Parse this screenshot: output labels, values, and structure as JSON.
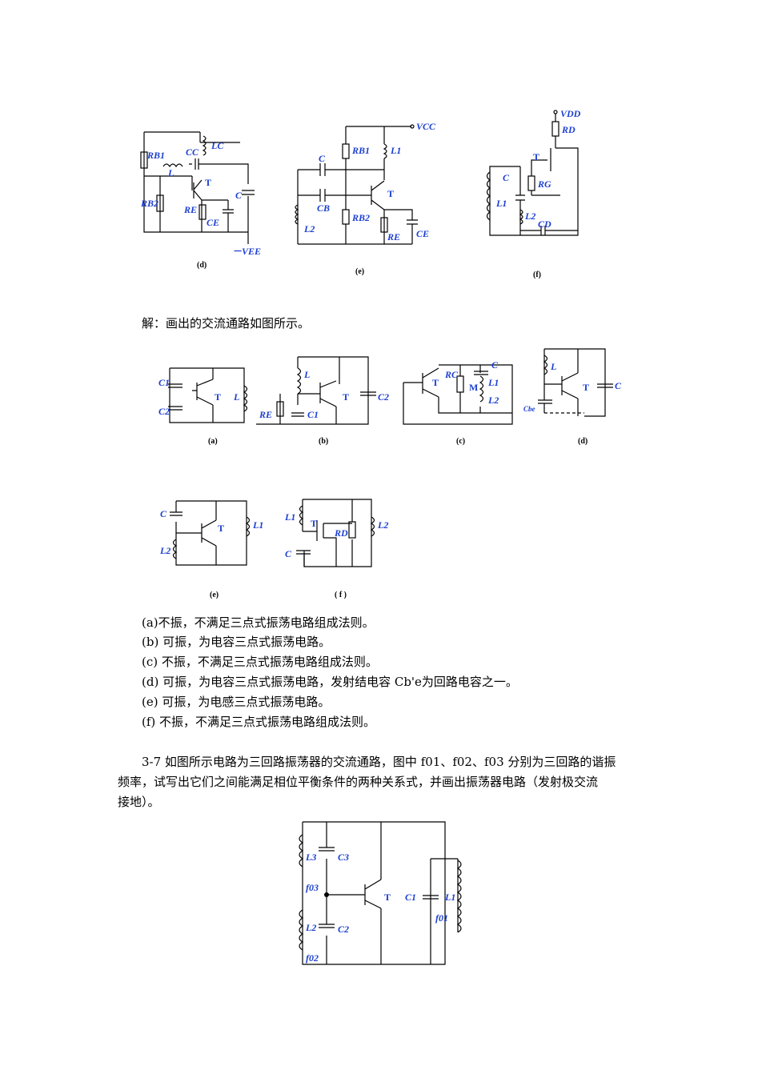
{
  "top_figures": {
    "d": {
      "caption": "(d)",
      "labels": {
        "rb1": "RB1",
        "lc": "LC",
        "cc": "CC",
        "l": "L",
        "t": "T",
        "rb2": "RB2",
        "re": "RE",
        "ce": "CE",
        "c": "C",
        "vee": "－VEE"
      }
    },
    "e": {
      "caption": "(e)",
      "labels": {
        "vcc": "VCC",
        "rb1": "RB1",
        "l1": "L1",
        "c": "C",
        "t": "T",
        "cb": "CB",
        "rb2": "RB2",
        "l2": "L2",
        "re": "RE",
        "ce": "CE"
      }
    },
    "f": {
      "caption": "(f)",
      "labels": {
        "vdd": "VDD",
        "rd": "RD",
        "t": "T",
        "c": "C",
        "rg": "RG",
        "l1": "L1",
        "l2": "L2",
        "cd": "CD"
      }
    }
  },
  "solution_intro": "解：画出的交流通路如图所示。",
  "ac_figures": {
    "a": {
      "caption": "(a)",
      "labels": {
        "c1": "C1",
        "c2": "C2",
        "t": "T",
        "l": "L"
      }
    },
    "b": {
      "caption": "(b)",
      "labels": {
        "l": "L",
        "t": "T",
        "c2": "C2",
        "re": "RE",
        "c1": "C1"
      }
    },
    "c": {
      "caption": "(c)",
      "labels": {
        "t": "T",
        "rc": "RC",
        "m": "M",
        "c": "C",
        "l1": "L1",
        "l2": "L2"
      }
    },
    "d": {
      "caption": "(d)",
      "labels": {
        "l": "L",
        "t": "T",
        "c": "C",
        "cbe": "Cbe"
      }
    },
    "e": {
      "caption": "(e)",
      "labels": {
        "c": "C",
        "t": "T",
        "l1": "L1",
        "l2": "L2"
      }
    },
    "f": {
      "caption": "( f )",
      "labels": {
        "l1": "L1",
        "t": "T",
        "rd": "RD",
        "l2": "L2",
        "c": "C"
      }
    }
  },
  "answers": [
    "(a)不振，不满足三点式振荡电路组成法则。",
    "(b) 可振，为电容三点式振荡电路。",
    "(c) 不振，不满足三点式振荡电路组成法则。",
    "(d) 可振，为电容三点式振荡电路，发射结电容 Cb'e为回路电容之一。",
    "(e) 可振，为电感三点式振荡电路。",
    "(f) 不振，不满足三点式振荡电路组成法则。"
  ],
  "problem": {
    "line1": "3-7 如图所示电路为三回路振荡器的交流通路，图中 f01、f02、f03 分别为三回路的谐振",
    "line2": "频率，试写出它们之间能满足相位平衡条件的两种关系式，并画出振荡器电路（发射极交流",
    "line3": "接地）。"
  },
  "bottom_figure": {
    "labels": {
      "l3": "L3",
      "c3": "C3",
      "f03": "f03",
      "t": "T",
      "c1": "C1",
      "l1": "L1",
      "f01": "f01",
      "l2": "L2",
      "c2": "C2",
      "f02": "f02"
    }
  }
}
